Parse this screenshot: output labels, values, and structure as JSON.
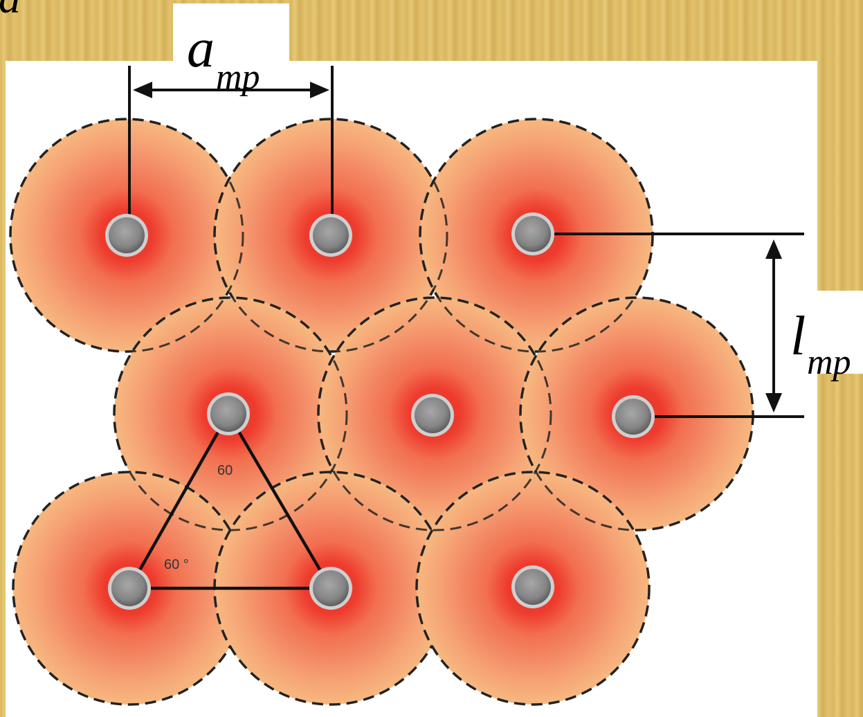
{
  "corner_letter": "a",
  "labels": {
    "a_main": "a",
    "a_sub": "mp",
    "l_main": "l",
    "l_sub": "mp"
  },
  "angles": [
    "60",
    "60 °"
  ],
  "colors": {
    "background_texture": "#dcbc64",
    "panel": "#ffffff",
    "zone_outer": "#f7b57a",
    "zone_mid": "#f38a66",
    "zone_inner": "#ee3b2e",
    "well": "#8e8e8e",
    "lines": "#111111"
  }
}
